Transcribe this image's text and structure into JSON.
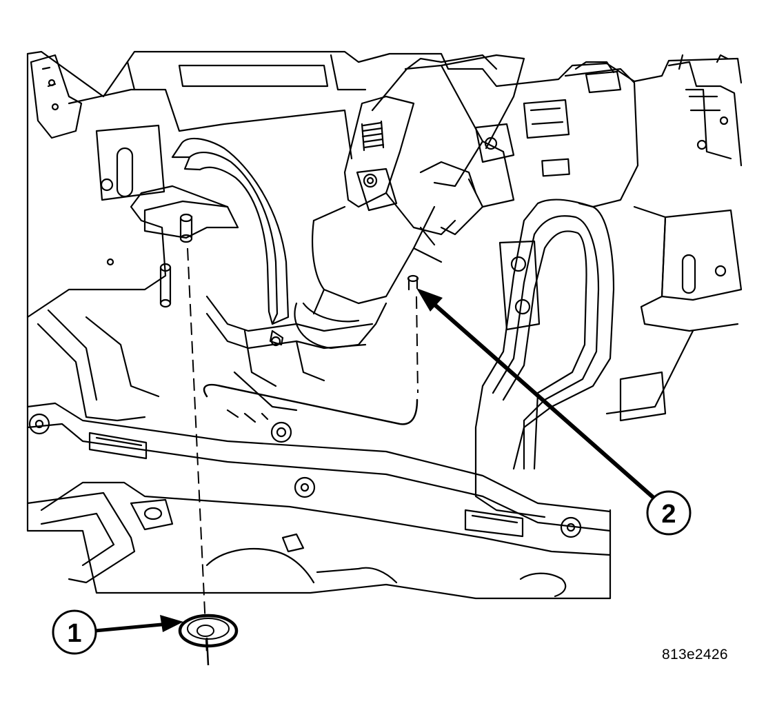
{
  "figure": {
    "id_text": "813e2426",
    "callouts": [
      {
        "number": "1"
      },
      {
        "number": "2"
      }
    ]
  }
}
